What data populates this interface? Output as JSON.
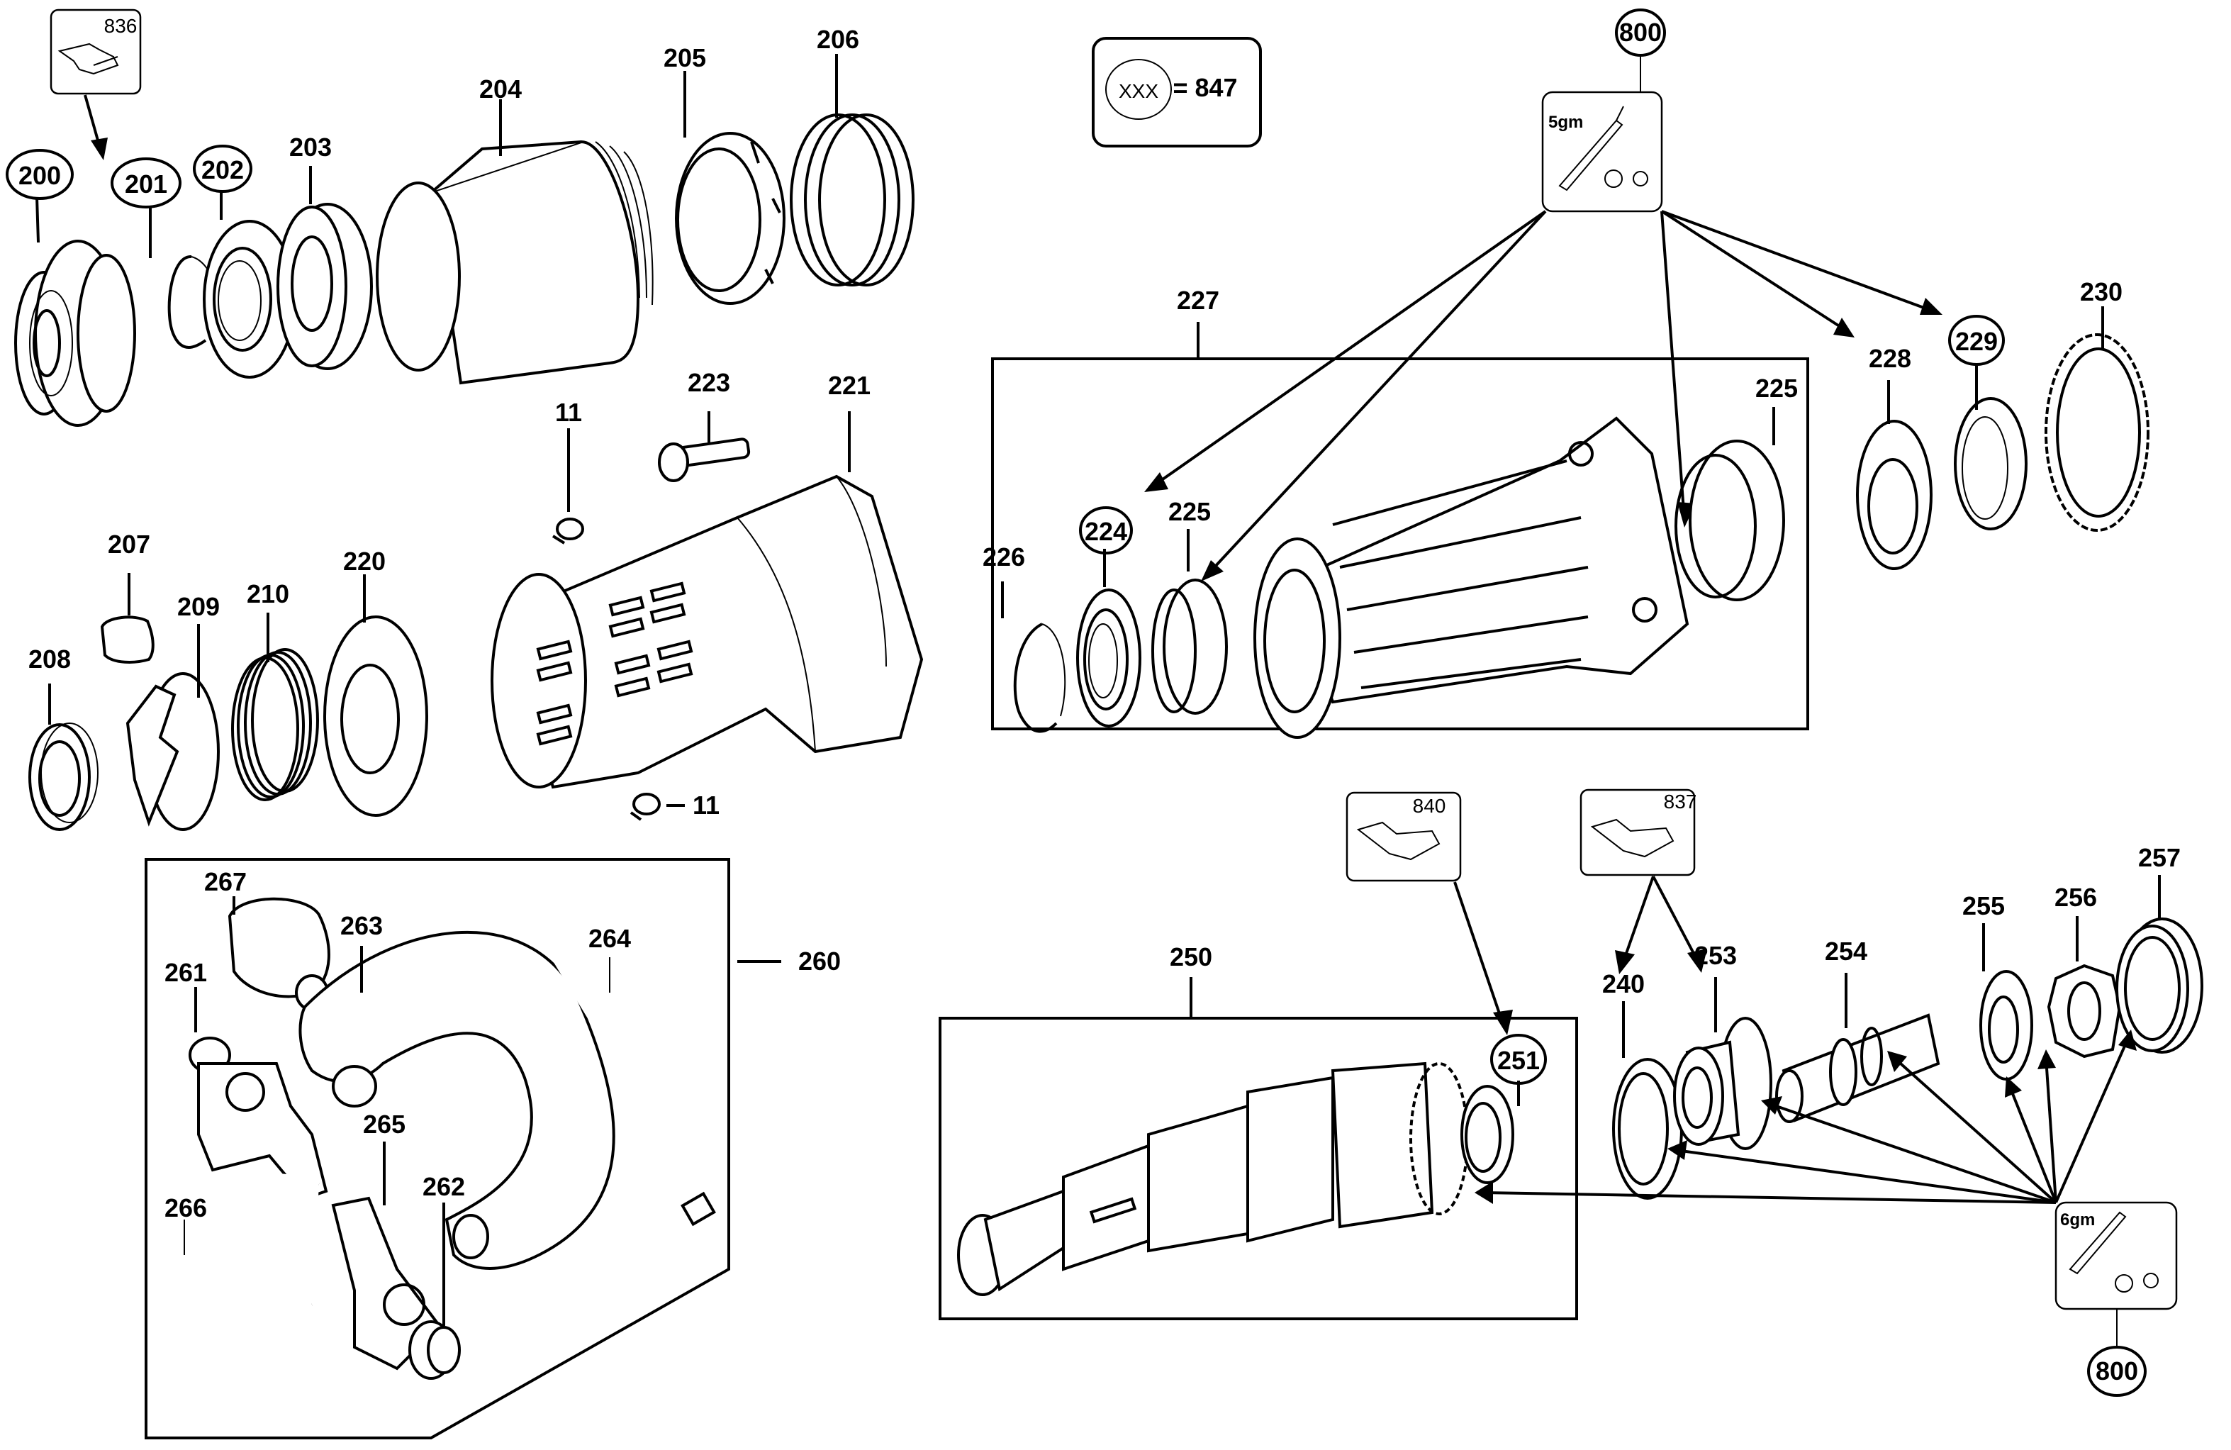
{
  "diagram": {
    "title": "Exploded parts diagram - rotary hammer front housing, gear case and side handle",
    "legend": {
      "symbol": "XXX",
      "equals": "= 847"
    },
    "colors": {
      "ink": "#000000",
      "background": "#ffffff"
    },
    "labels": {
      "p200": "200",
      "p201": "201",
      "p202": "202",
      "p203": "203",
      "p204": "204",
      "p205": "205",
      "p206": "206",
      "p207": "207",
      "p208": "208",
      "p209": "209",
      "p210": "210",
      "p220": "220",
      "p221": "221",
      "p223": "223",
      "p11a": "11",
      "p11b": "11",
      "p224": "224",
      "p225a": "225",
      "p225b": "225",
      "p226": "226",
      "p227": "227",
      "p228": "228",
      "p229": "229",
      "p230": "230",
      "p240": "240",
      "p250": "250",
      "p251": "251",
      "p253": "253",
      "p254": "254",
      "p255": "255",
      "p256": "256",
      "p257": "257",
      "p260": "260",
      "p261": "261",
      "p262": "262",
      "p263": "263",
      "p264": "264",
      "p265": "265",
      "p266": "266",
      "p267": "267",
      "p800a": "800",
      "p800b": "800"
    },
    "kits": {
      "k836": "836",
      "k840": "840",
      "k837": "837",
      "grease_top": "5gm",
      "grease_bottom": "6gm"
    }
  }
}
